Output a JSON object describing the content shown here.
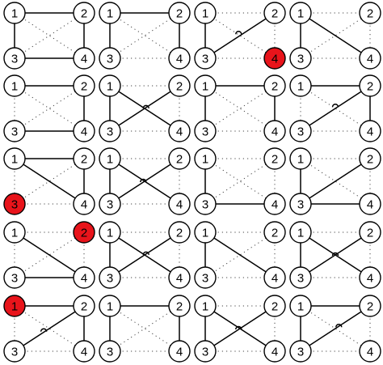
{
  "node_labels": [
    "1",
    "2",
    "3",
    "4"
  ],
  "colors": {
    "stroke": "#000000",
    "fill": "#ffffff",
    "highlight": "#e8141b",
    "dotted": "#444444"
  },
  "grid": {
    "rows": 5,
    "cols": 4
  },
  "cells": [
    {
      "row": 0,
      "col": 0,
      "solid": [
        [
          "1",
          "3"
        ],
        [
          "1",
          "2"
        ],
        [
          "3",
          "4"
        ],
        [
          "2",
          "4"
        ]
      ],
      "crossings": [],
      "red": []
    },
    {
      "row": 0,
      "col": 1,
      "solid": [
        [
          "1",
          "3"
        ],
        [
          "1",
          "2"
        ],
        [
          "2",
          "4"
        ]
      ],
      "crossings": [],
      "red": []
    },
    {
      "row": 0,
      "col": 2,
      "solid": [
        [
          "1",
          "3"
        ],
        [
          "3",
          "2"
        ]
      ],
      "crossings": [
        [
          0.48,
          0.45
        ]
      ],
      "red": [
        "4"
      ]
    },
    {
      "row": 0,
      "col": 3,
      "solid": [
        [
          "1",
          "3"
        ],
        [
          "1",
          "4"
        ]
      ],
      "crossings": [],
      "red": []
    },
    {
      "row": 1,
      "col": 0,
      "solid": [
        [
          "1",
          "2"
        ],
        [
          "2",
          "4"
        ],
        [
          "3",
          "4"
        ]
      ],
      "crossings": [],
      "red": []
    },
    {
      "row": 1,
      "col": 1,
      "solid": [
        [
          "1",
          "3"
        ],
        [
          "1",
          "4"
        ],
        [
          "3",
          "2"
        ]
      ],
      "crossings": [
        [
          0.52,
          0.48
        ]
      ],
      "red": []
    },
    {
      "row": 1,
      "col": 2,
      "solid": [
        [
          "1",
          "3"
        ],
        [
          "1",
          "2"
        ],
        [
          "2",
          "4"
        ]
      ],
      "crossings": [],
      "red": []
    },
    {
      "row": 1,
      "col": 3,
      "solid": [
        [
          "1",
          "2"
        ],
        [
          "2",
          "4"
        ],
        [
          "3",
          "2"
        ]
      ],
      "crossings": [
        [
          0.5,
          0.45
        ]
      ],
      "red": []
    },
    {
      "row": 2,
      "col": 0,
      "solid": [
        [
          "1",
          "2"
        ],
        [
          "1",
          "4"
        ],
        [
          "2",
          "4"
        ]
      ],
      "crossings": [],
      "red": [
        "3"
      ]
    },
    {
      "row": 2,
      "col": 1,
      "solid": [
        [
          "1",
          "3"
        ],
        [
          "1",
          "4"
        ],
        [
          "3",
          "2"
        ]
      ],
      "crossings": [
        [
          0.48,
          0.5
        ]
      ],
      "red": []
    },
    {
      "row": 2,
      "col": 2,
      "solid": [
        [
          "1",
          "3"
        ],
        [
          "3",
          "4"
        ]
      ],
      "crossings": [],
      "red": []
    },
    {
      "row": 2,
      "col": 3,
      "solid": [
        [
          "1",
          "3"
        ],
        [
          "3",
          "2"
        ],
        [
          "3",
          "4"
        ]
      ],
      "crossings": [],
      "red": []
    },
    {
      "row": 3,
      "col": 0,
      "solid": [
        [
          "1",
          "4"
        ],
        [
          "3",
          "4"
        ]
      ],
      "crossings": [],
      "red": [
        "2"
      ]
    },
    {
      "row": 3,
      "col": 1,
      "solid": [
        [
          "1",
          "3"
        ],
        [
          "1",
          "4"
        ],
        [
          "3",
          "2"
        ]
      ],
      "crossings": [
        [
          0.52,
          0.48
        ]
      ],
      "red": []
    },
    {
      "row": 3,
      "col": 2,
      "solid": [
        [
          "1",
          "3"
        ],
        [
          "1",
          "4"
        ]
      ],
      "crossings": [],
      "red": []
    },
    {
      "row": 3,
      "col": 3,
      "solid": [
        [
          "1",
          "3"
        ],
        [
          "3",
          "2"
        ],
        [
          "1",
          "4"
        ]
      ],
      "crossings": [
        [
          0.5,
          0.5
        ]
      ],
      "red": []
    },
    {
      "row": 4,
      "col": 0,
      "solid": [
        [
          "1",
          "2"
        ],
        [
          "3",
          "2"
        ],
        [
          "2",
          "4"
        ]
      ],
      "crossings": [
        [
          0.42,
          0.55
        ]
      ],
      "red": [
        "1"
      ]
    },
    {
      "row": 4,
      "col": 1,
      "solid": [
        [
          "1",
          "3"
        ],
        [
          "1",
          "2"
        ],
        [
          "2",
          "4"
        ]
      ],
      "crossings": [],
      "red": []
    },
    {
      "row": 4,
      "col": 2,
      "solid": [
        [
          "1",
          "3"
        ],
        [
          "1",
          "4"
        ],
        [
          "3",
          "2"
        ]
      ],
      "crossings": [
        [
          0.48,
          0.5
        ]
      ],
      "red": []
    },
    {
      "row": 4,
      "col": 3,
      "solid": [
        [
          "1",
          "3"
        ],
        [
          "1",
          "2"
        ],
        [
          "3",
          "2"
        ]
      ],
      "crossings": [
        [
          0.55,
          0.45
        ]
      ],
      "red": []
    }
  ]
}
